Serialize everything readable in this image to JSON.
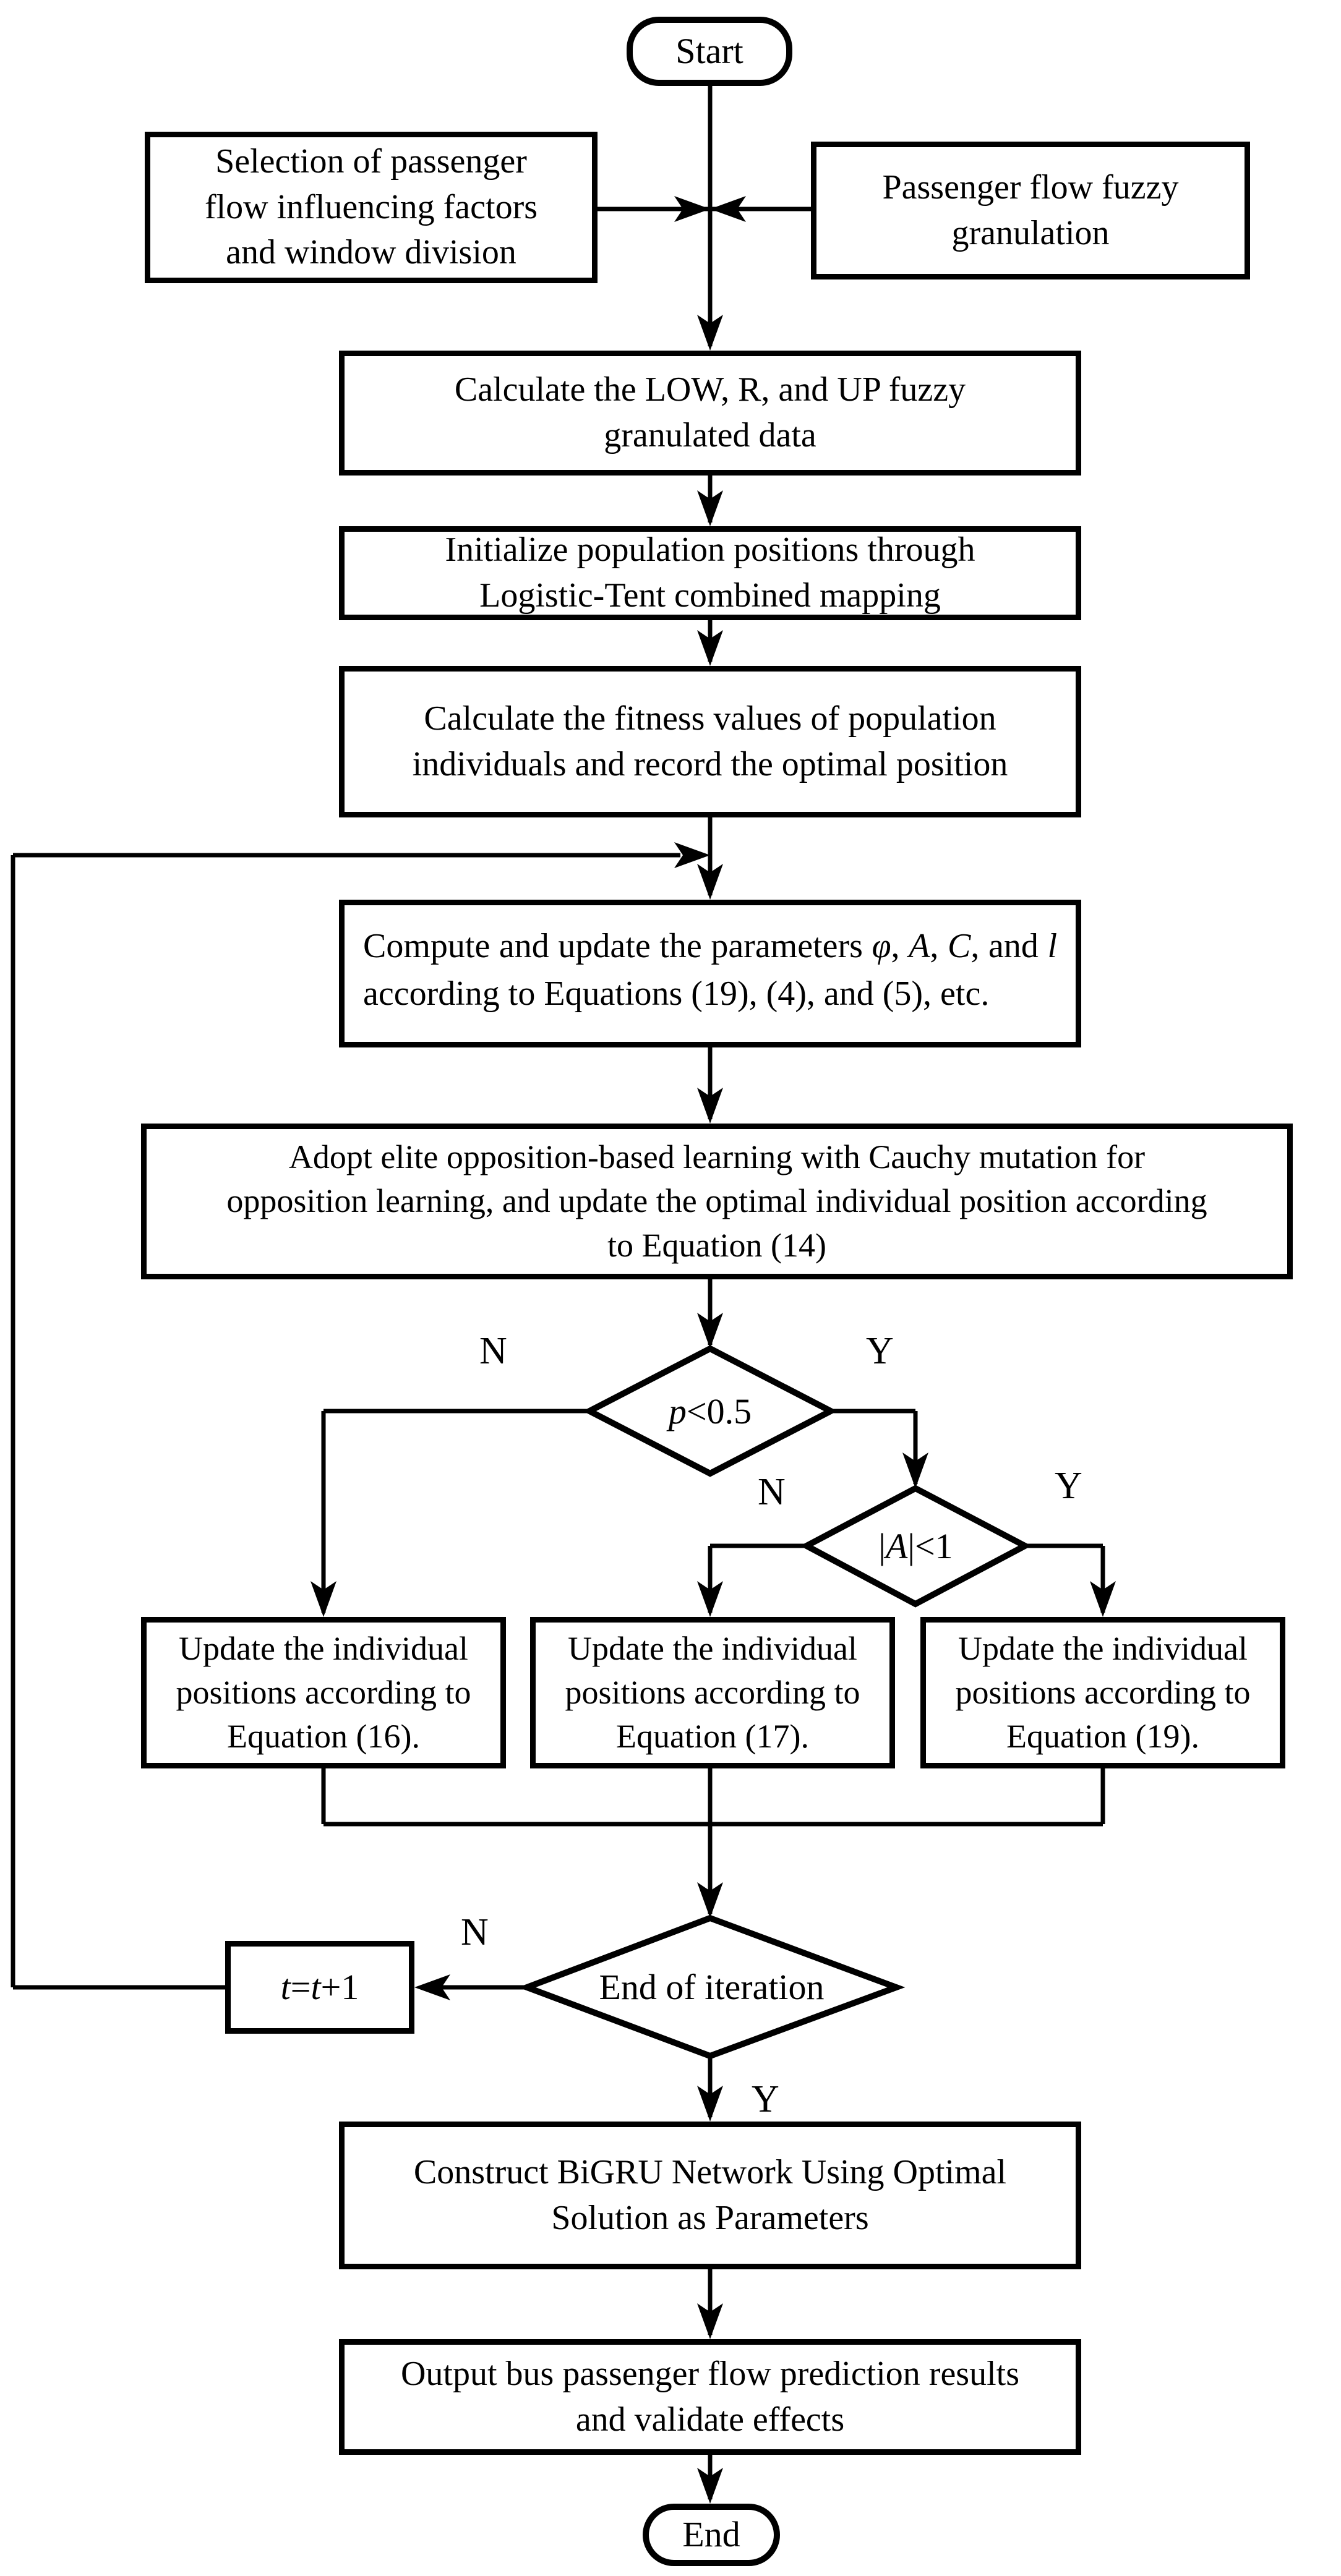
{
  "figure": {
    "background_color": "#ffffff",
    "stroke_color": "#000000",
    "nodes": {
      "start": {
        "label": "Start"
      },
      "selection": {
        "label": "Selection of passenger\nflow influencing factors\nand window division"
      },
      "granulation": {
        "label": "Passenger flow fuzzy\ngranulation"
      },
      "calc_fuzzy": {
        "label": "Calculate the LOW, R, and UP fuzzy\ngranulated data"
      },
      "init_pop": {
        "label": "Initialize population positions through\nLogistic-Tent combined mapping"
      },
      "fitness": {
        "label": "Calculate the fitness values of population\nindividuals and record the optimal position"
      },
      "compute_params": {
        "segments": [
          {
            "t": "Compute and update the parameters "
          },
          {
            "t": "φ",
            "i": true
          },
          {
            "t": ", "
          },
          {
            "t": "A",
            "i": true
          },
          {
            "t": ", "
          },
          {
            "t": "C",
            "i": true
          },
          {
            "t": ", and "
          },
          {
            "t": "l",
            "i": true
          },
          {
            "t": " according to Equations (19), (4), and (5), etc."
          }
        ]
      },
      "elite": {
        "label": "Adopt elite opposition-based learning with Cauchy mutation for\nopposition learning, and update the optimal individual position according\nto Equation (14)"
      },
      "decision_p": {
        "segments": [
          {
            "t": "p",
            "i": true
          },
          {
            "t": "<0.5"
          }
        ]
      },
      "decision_a": {
        "segments": [
          {
            "t": "|"
          },
          {
            "t": "A",
            "i": true
          },
          {
            "t": "|<1"
          }
        ]
      },
      "update_eq16": {
        "label": "Update the individual\npositions according to\nEquation (16)."
      },
      "update_eq17": {
        "label": "Update the individual\npositions according to\nEquation (17)."
      },
      "update_eq19": {
        "label": "Update the individual\npositions according to\nEquation (19)."
      },
      "end_iteration": {
        "label": "End of iteration"
      },
      "t_increment": {
        "segments": [
          {
            "t": "t",
            "i": true
          },
          {
            "t": "="
          },
          {
            "t": "t",
            "i": true
          },
          {
            "t": "+1"
          }
        ]
      },
      "bigru": {
        "label": "Construct BiGRU Network Using Optimal\nSolution as Parameters"
      },
      "output": {
        "label": "Output bus passenger flow prediction results\nand validate effects"
      },
      "end": {
        "label": "End"
      }
    },
    "edge_labels": {
      "p_no": "N",
      "p_yes": "Y",
      "a_no": "N",
      "a_yes": "Y",
      "iter_no": "N",
      "iter_yes": "Y"
    }
  }
}
